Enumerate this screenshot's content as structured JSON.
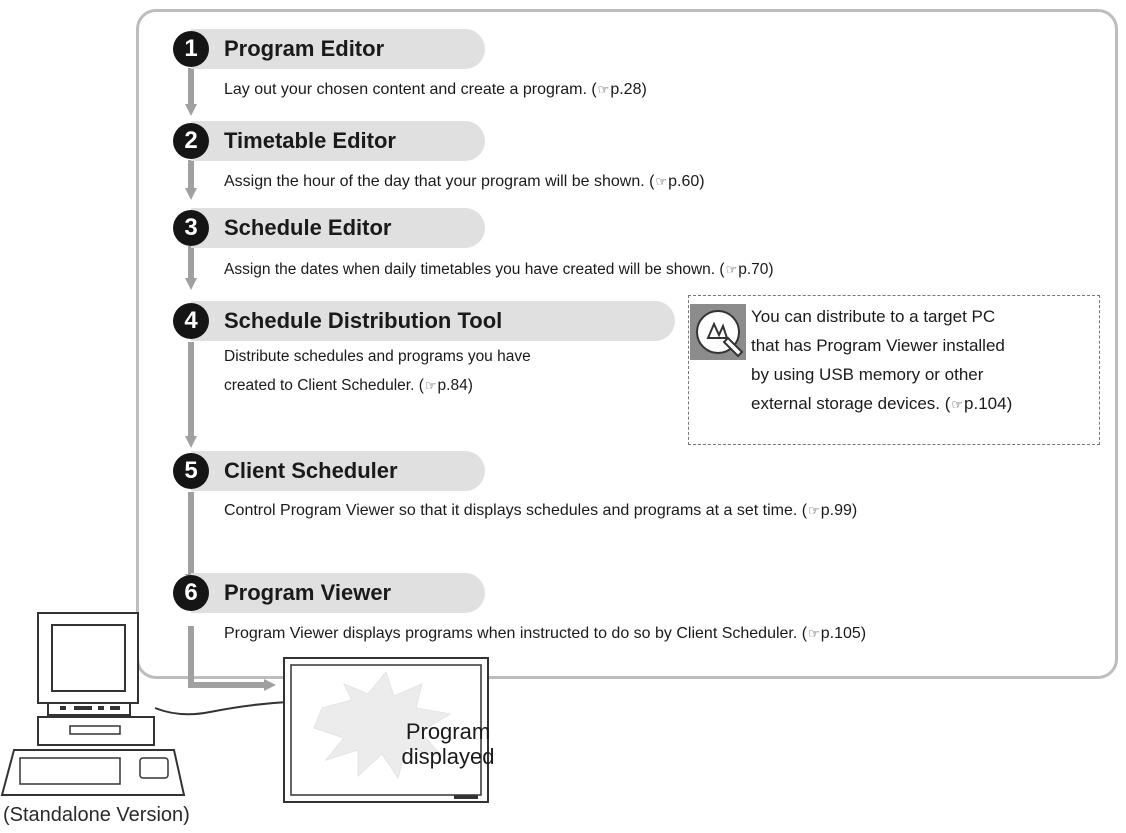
{
  "steps": [
    {
      "number": "1",
      "title": "Program Editor",
      "description": "Lay out your chosen content and create a program.",
      "ref": "p.28)"
    },
    {
      "number": "2",
      "title": "Timetable Editor",
      "description": "Assign the hour of the day that your program will be shown.",
      "ref": "p.60)"
    },
    {
      "number": "3",
      "title": "Schedule Editor",
      "description": "Assign the dates when daily timetables you have created will be shown.",
      "ref": "p.70)"
    },
    {
      "number": "4",
      "title": "Schedule Distribution Tool",
      "description_lines": [
        "Distribute schedules and programs you have",
        "created to Client Scheduler."
      ],
      "ref": "p.84)"
    },
    {
      "number": "5",
      "title": "Client Scheduler",
      "description": "Control Program Viewer so that it displays schedules and programs at a set time.",
      "ref": "p.99)"
    },
    {
      "number": "6",
      "title": "Program Viewer",
      "description": "Program Viewer displays programs when instructed to do so by Client Scheduler.",
      "ref": "p.105)"
    }
  ],
  "note": {
    "icon": "hint-hand-icon",
    "lines": [
      "You can distribute to a target PC",
      "that has Program Viewer installed",
      "by using USB memory or other",
      "external storage devices."
    ],
    "ref": "p.104)"
  },
  "ref_icon": "pointing-hand-icon",
  "display": {
    "lines": [
      "Program",
      "displayed"
    ]
  },
  "computer_label": "(Standalone Version)",
  "colors": {
    "step_circle": "#151515",
    "pill": "#e0e0e0",
    "flow": "#a0a0a0",
    "frame": "#bdbdbd"
  }
}
